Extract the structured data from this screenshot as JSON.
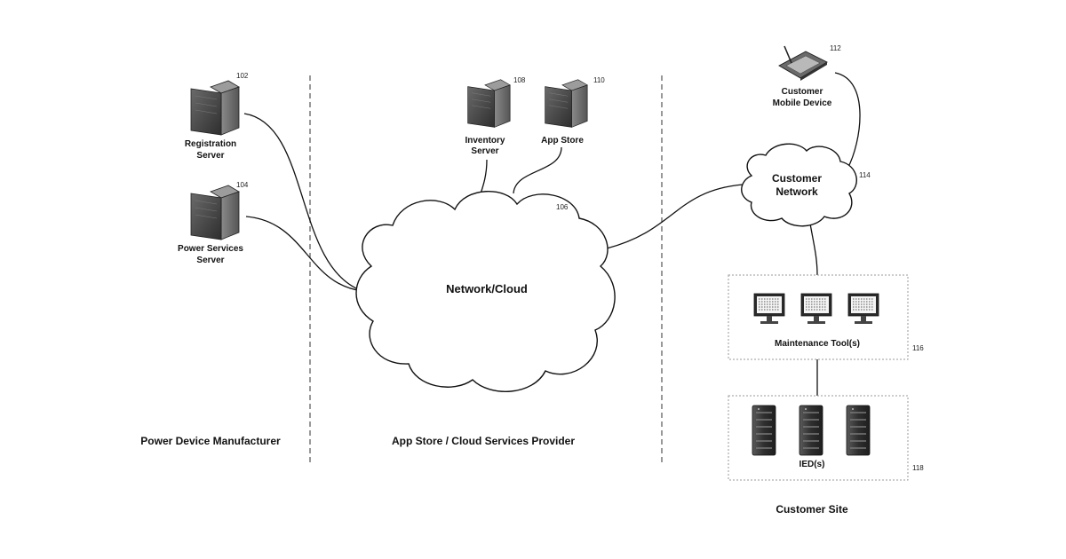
{
  "sections": {
    "manufacturer": "Power Device Manufacturer",
    "provider": "App Store / Cloud Services Provider",
    "customer_site": "Customer Site"
  },
  "nodes": {
    "registration_server": {
      "line1": "Registration",
      "line2": "Server",
      "ref": "102",
      "icon": "server-icon"
    },
    "power_services_server": {
      "line1": "Power Services",
      "line2": "Server",
      "ref": "104",
      "icon": "server-icon"
    },
    "network_cloud": {
      "label": "Network/Cloud",
      "ref": "106",
      "icon": "cloud-icon"
    },
    "inventory_server": {
      "line1": "Inventory",
      "line2": "Server",
      "ref": "108",
      "icon": "server-icon"
    },
    "app_store": {
      "label": "App Store",
      "ref": "110",
      "icon": "server-icon"
    },
    "customer_mobile_device": {
      "line1": "Customer",
      "line2": "Mobile Device",
      "ref": "112",
      "icon": "tablet-icon"
    },
    "customer_network": {
      "line1": "Customer",
      "line2": "Network",
      "ref": "114",
      "icon": "cloud-icon"
    },
    "maintenance_tools": {
      "label": "Maintenance Tool(s)",
      "ref": "116",
      "icon": "monitor-icon"
    },
    "ieds": {
      "label": "IED(s)",
      "ref": "118",
      "icon": "server-rack-icon"
    }
  }
}
